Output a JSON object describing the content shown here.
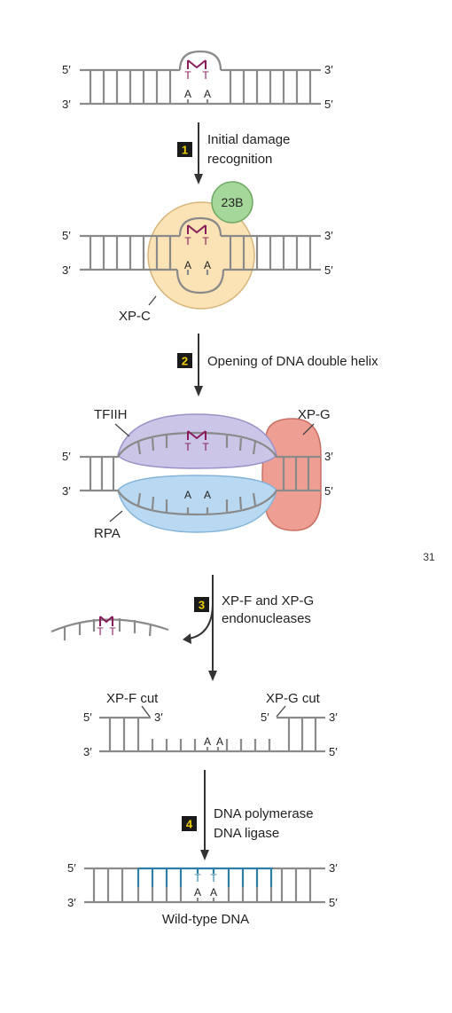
{
  "strand_ends": {
    "five": "5′",
    "three": "3′"
  },
  "bases": {
    "t": "T",
    "a": "A"
  },
  "steps": [
    {
      "number": "1",
      "line1": "Initial damage",
      "line2": "recognition"
    },
    {
      "number": "2",
      "line1": "Opening of DNA double helix"
    },
    {
      "number": "3",
      "line1": "XP-F and XP-G",
      "line2": "endonucleases"
    },
    {
      "number": "4",
      "line1": "DNA polymerase",
      "line2": "DNA ligase"
    }
  ],
  "proteins": {
    "twenty_three_b": "23B",
    "xp_c": "XP-C",
    "tfiih": "TFIIH",
    "xp_g": "XP-G",
    "rpa": "RPA"
  },
  "cuts": {
    "xp_f": "XP-F cut",
    "xp_g": "XP-G cut"
  },
  "result_label": "Wild-type DNA",
  "page_number": "31",
  "colors": {
    "dna": "#8a8a8a",
    "thymine_dimer": "#8b1d5a",
    "new_dna": "#2e7ea6",
    "step_box": "#1a1a1a",
    "step_number": "#f0d000",
    "protein_23b": "#a6d79a",
    "protein_xpc": "#fbe3b6",
    "protein_tfiih": "#cbc6e8",
    "protein_rpa": "#b9d9f2",
    "protein_xpg": "#ee9e92"
  }
}
